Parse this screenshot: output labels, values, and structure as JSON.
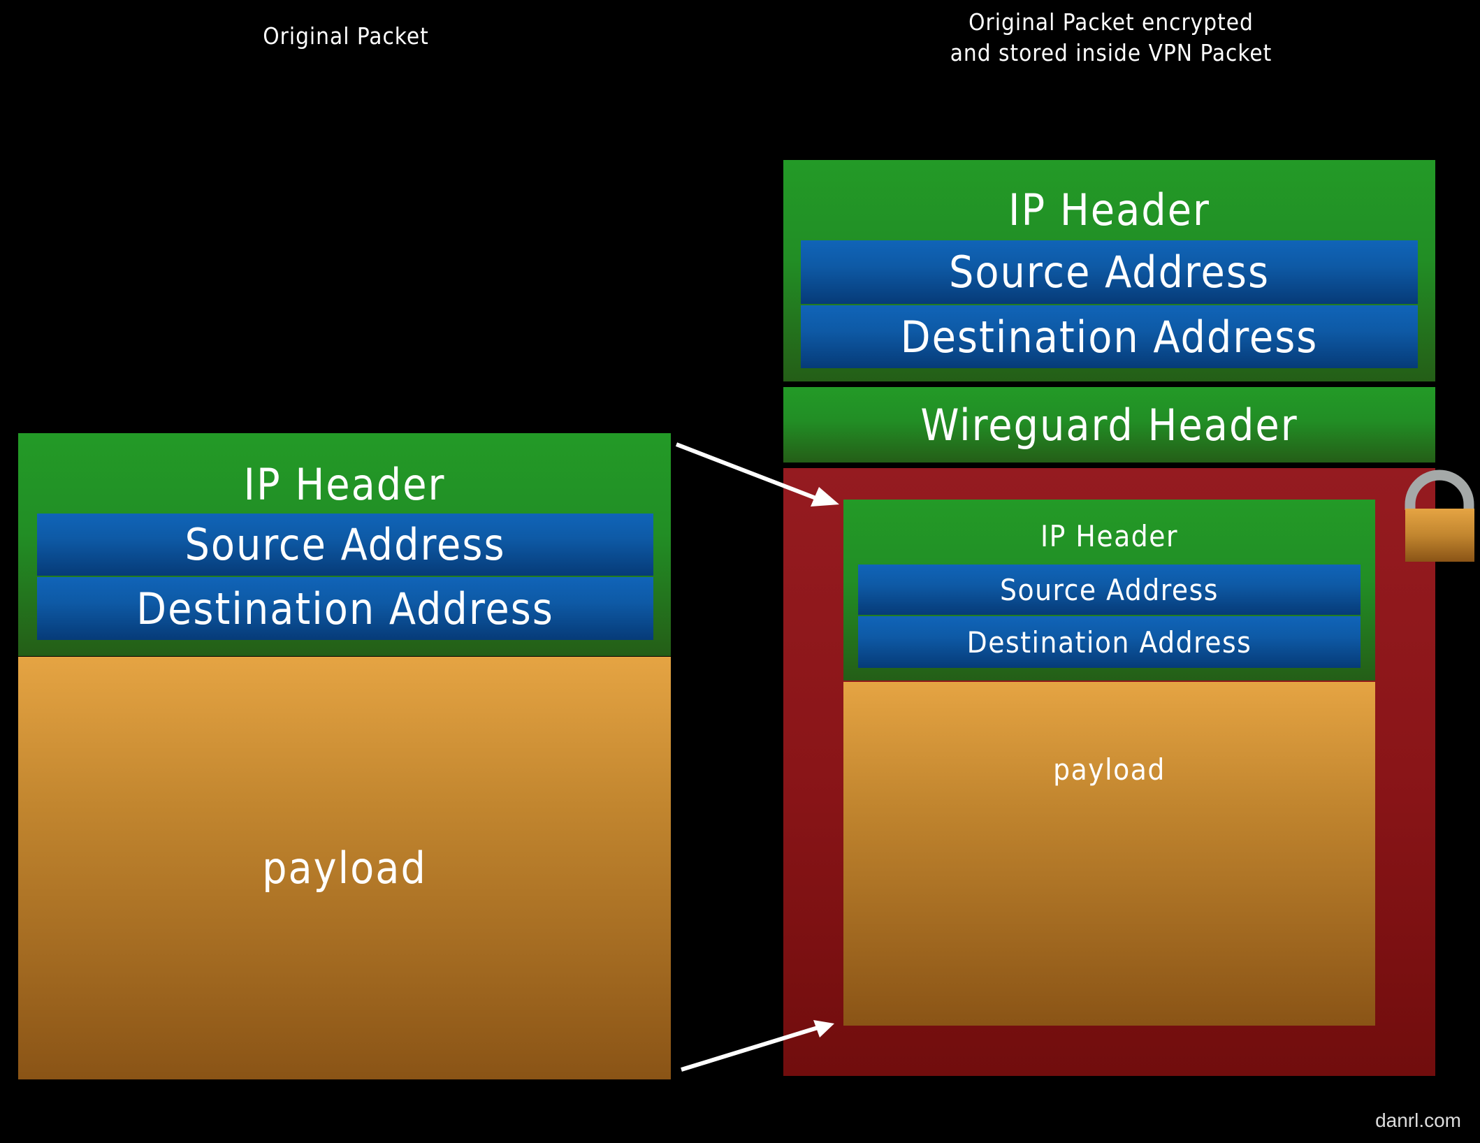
{
  "titles": {
    "original": "Original Packet",
    "encrypted_line1": "Original Packet encrypted",
    "encrypted_line2": "and stored inside VPN Packet"
  },
  "original_packet": {
    "ip_header": "IP Header",
    "source": "Source Address",
    "destination": "Destination Address",
    "payload": "payload"
  },
  "vpn_packet": {
    "ip_header": "IP Header",
    "source": "Source Address",
    "destination": "Destination Address",
    "wireguard_header": "Wireguard Header",
    "encrypted": {
      "ip_header": "IP Header",
      "source": "Source Address",
      "destination": "Destination Address",
      "payload": "payload"
    },
    "lock_icon": "lock-icon"
  },
  "colors": {
    "header_green": "#239a27",
    "address_blue": "#1064b8",
    "payload_orange": "#e5a443",
    "encrypted_red": "#951b20",
    "lock_shackle": "#a5a9a8"
  },
  "footer": "danrl.com"
}
